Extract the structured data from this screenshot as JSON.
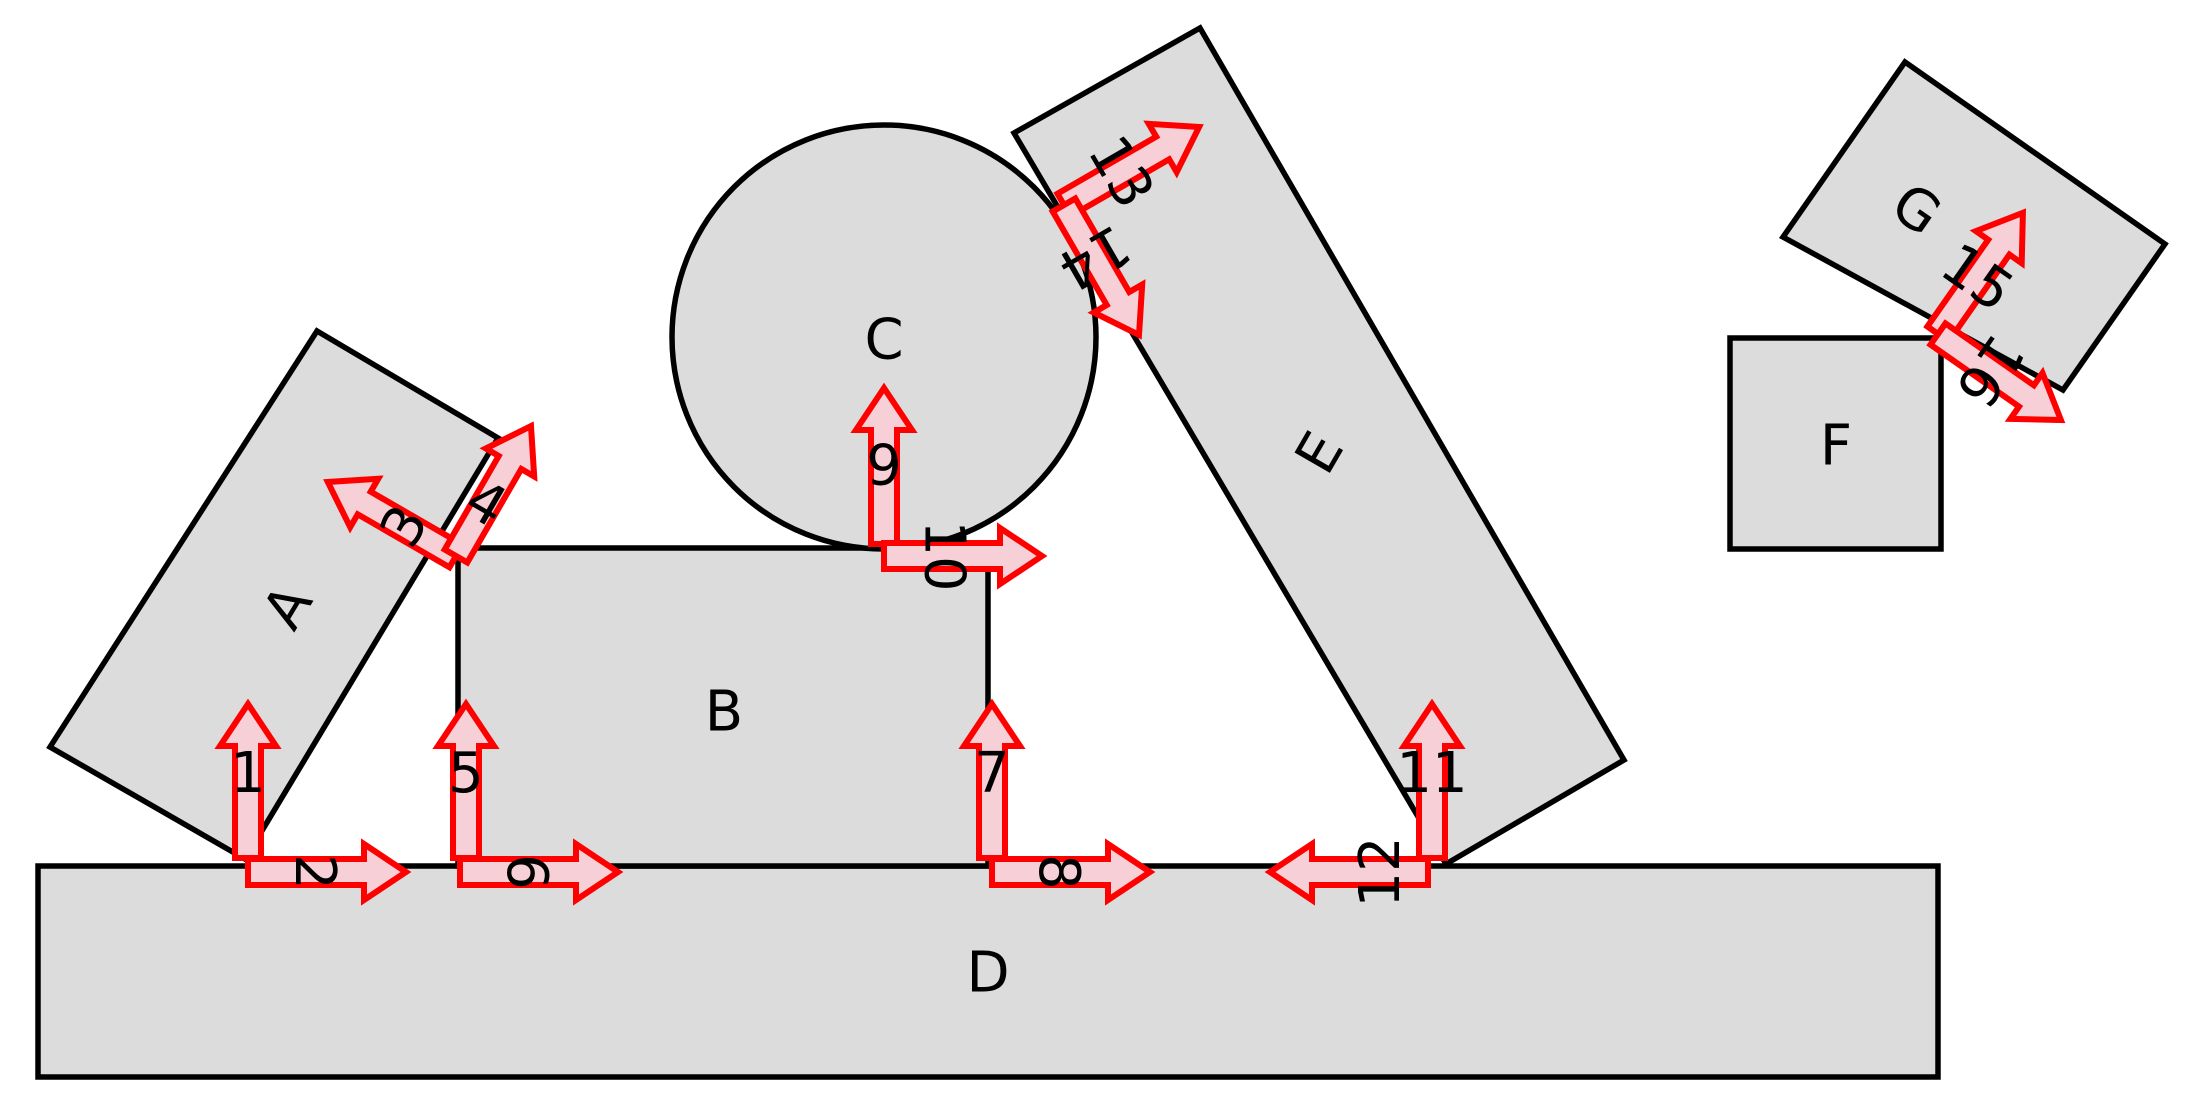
{
  "colors": {
    "body_fill": "#dcdcdc",
    "body_stroke": "#000000",
    "arrow_fill": "#f6d0d6",
    "arrow_stroke": "#ff0000"
  },
  "bodies": [
    {
      "id": "A",
      "label": "A"
    },
    {
      "id": "B",
      "label": "B"
    },
    {
      "id": "C",
      "label": "C"
    },
    {
      "id": "D",
      "label": "D"
    },
    {
      "id": "E",
      "label": "E"
    },
    {
      "id": "F",
      "label": "F"
    },
    {
      "id": "G",
      "label": "G"
    }
  ],
  "arrows": [
    {
      "label": "1"
    },
    {
      "label": "2"
    },
    {
      "label": "3"
    },
    {
      "label": "4"
    },
    {
      "label": "5"
    },
    {
      "label": "6"
    },
    {
      "label": "7"
    },
    {
      "label": "8"
    },
    {
      "label": "9"
    },
    {
      "label": "10"
    },
    {
      "label": "11"
    },
    {
      "label": "12"
    },
    {
      "label": "13"
    },
    {
      "label": "14"
    },
    {
      "label": "15"
    },
    {
      "label": "16"
    }
  ]
}
